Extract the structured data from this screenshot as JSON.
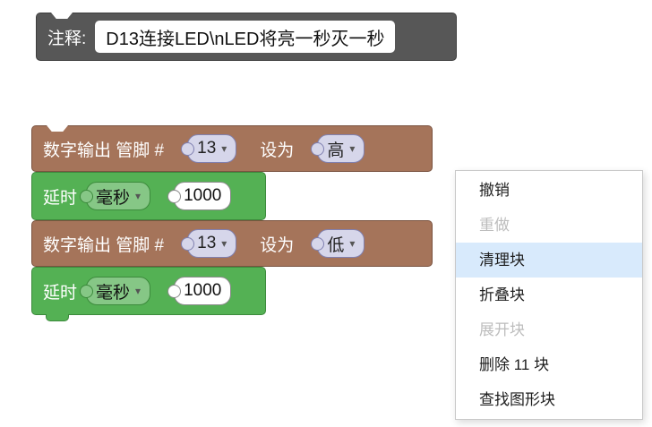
{
  "comment_block": {
    "label": "注释:",
    "text": "D13连接LED\\nLED将亮一秒灭一秒"
  },
  "blocks": [
    {
      "type": "digital_write",
      "label_prefix": "数字输出 管脚 #",
      "pin": "13",
      "set_label": "设为",
      "value": "高"
    },
    {
      "type": "delay",
      "label": "延时",
      "unit": "毫秒",
      "duration": "1000"
    },
    {
      "type": "digital_write",
      "label_prefix": "数字输出 管脚 #",
      "pin": "13",
      "set_label": "设为",
      "value": "低"
    },
    {
      "type": "delay",
      "label": "延时",
      "unit": "毫秒",
      "duration": "1000"
    }
  ],
  "context_menu": {
    "items": [
      {
        "label": "撤销",
        "state": "enabled"
      },
      {
        "label": "重做",
        "state": "disabled"
      },
      {
        "label": "清理块",
        "state": "hovered"
      },
      {
        "label": "折叠块",
        "state": "enabled"
      },
      {
        "label": "展开块",
        "state": "disabled"
      },
      {
        "label": "删除 11 块",
        "state": "enabled"
      },
      {
        "label": "查找图形块",
        "state": "enabled"
      }
    ]
  },
  "icons": {
    "dropdown_arrow": "▾"
  },
  "colors": {
    "comment_gray": "#575757",
    "digital_write_brown": "#a5745a",
    "delay_green": "#54b154",
    "dropdown_lavender": "#d6d6ea",
    "menu_hover_blue": "#d8eafc"
  }
}
